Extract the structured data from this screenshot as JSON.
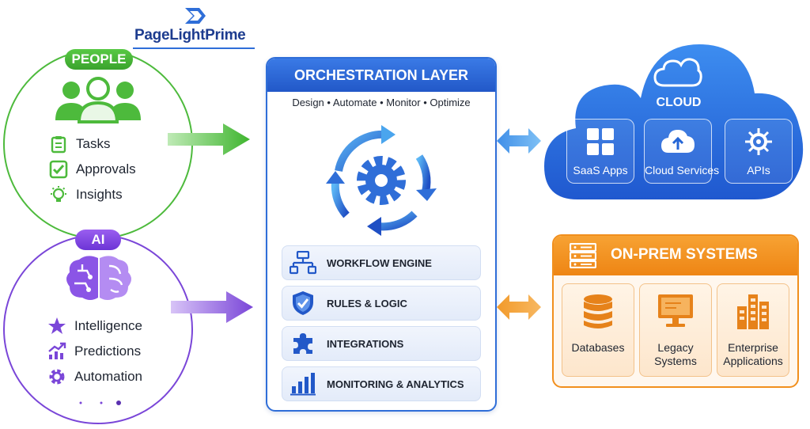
{
  "brand": {
    "logo_text": "PageLightPrime"
  },
  "people": {
    "label": "PEOPLE",
    "items": [
      {
        "label": "Tasks",
        "icon": "clipboard-icon"
      },
      {
        "label": "Approvals",
        "icon": "checkbox-icon"
      },
      {
        "label": "Insights",
        "icon": "lightbulb-icon"
      }
    ],
    "color": "#4dba3c"
  },
  "ai": {
    "label": "AI",
    "items": [
      {
        "label": "Intelligence",
        "icon": "star-icon"
      },
      {
        "label": "Predictions",
        "icon": "trend-chart-icon"
      },
      {
        "label": "Automation",
        "icon": "gear-icon"
      }
    ],
    "color": "#7a46d8"
  },
  "orchestration": {
    "title": "ORCHESTRATION LAYER",
    "subtitle": "Design • Automate • Monitor • Optimize",
    "components": [
      {
        "label": "WORKFLOW ENGINE",
        "icon": "workflow-icon"
      },
      {
        "label": "RULES & LOGIC",
        "icon": "shield-check-icon"
      },
      {
        "label": "INTEGRATIONS",
        "icon": "puzzle-icon"
      },
      {
        "label": "MONITORING & ANALYTICS",
        "icon": "bar-chart-icon"
      }
    ],
    "color": "#2f6ed8"
  },
  "cloud": {
    "label": "CLOUD",
    "items": [
      {
        "label": "SaaS Apps",
        "icon": "grid-icon"
      },
      {
        "label": "Cloud Services",
        "icon": "cloud-upload-icon"
      },
      {
        "label": "APIs",
        "icon": "api-gear-icon"
      }
    ],
    "color": "#2f6ed8"
  },
  "on_prem": {
    "label": "ON-PREM SYSTEMS",
    "items": [
      {
        "label": "Databases",
        "icon": "database-icon"
      },
      {
        "label": "Legacy Systems",
        "icon": "monitor-icon"
      },
      {
        "label": "Enterprise Applications",
        "icon": "buildings-icon"
      }
    ],
    "color": "#f18f1d"
  }
}
